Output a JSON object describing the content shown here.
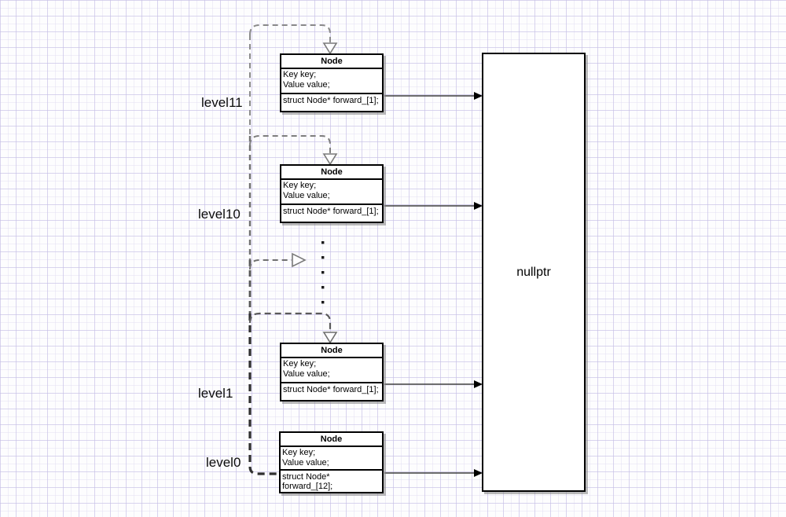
{
  "diagram": {
    "levels": [
      {
        "label": "level11"
      },
      {
        "label": "level10"
      },
      {
        "label": "level1"
      },
      {
        "label": "level0"
      }
    ],
    "nodes": [
      {
        "title": "Node",
        "attrs": [
          "Key key;",
          "Value value;"
        ],
        "forward": "struct Node* forward_[1];"
      },
      {
        "title": "Node",
        "attrs": [
          "Key key;",
          "Value value;"
        ],
        "forward": "struct Node* forward_[1];"
      },
      {
        "title": "Node",
        "attrs": [
          "Key key;",
          "Value value;"
        ],
        "forward": "struct Node* forward_[1];"
      },
      {
        "title": "Node",
        "attrs": [
          "Key key;",
          "Value value;"
        ],
        "forward": "struct Node* forward_[12];"
      }
    ],
    "terminal": {
      "label": "nullptr"
    },
    "colors": {
      "node_border": "#000000",
      "dashed_connector": "#777777",
      "solid_connector": "#3f3f3f",
      "grid_line": "#dcd8ee",
      "background": "#fdfdfe"
    }
  }
}
